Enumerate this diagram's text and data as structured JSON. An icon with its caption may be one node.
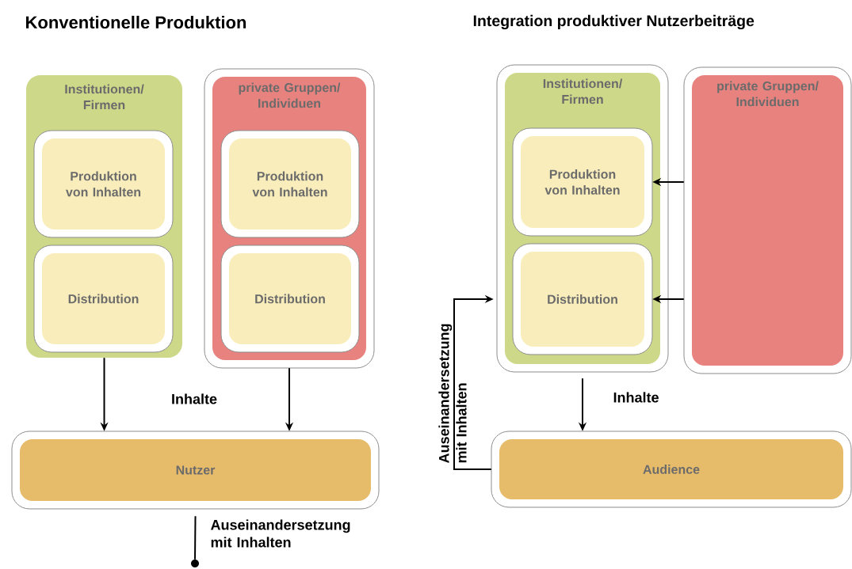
{
  "diagram": {
    "nodes": [
      {
        "text": [
          "Institutionen/ Firmen"
        ]
      },
      {
        "text": [
          "Produktion von Inhalten"
        ],
        "in": 0
      },
      {
        "text": [
          "Distribution"
        ],
        "in": 0
      },
      {
        "text": [
          "private Gruppen/ Individuen"
        ]
      },
      {
        "text": [
          "Produktion von Inhalten"
        ],
        "in": 3
      },
      {
        "text": [
          "Distribution"
        ],
        "in": 3
      },
      {
        "text": [
          "Nutzer"
        ]
      },
      {
        "text": [
          "Institutionen/ Firmen"
        ]
      },
      {
        "text": [
          "Produktion von Inhalten"
        ],
        "in": 7
      },
      {
        "text": [
          "Distribution"
        ],
        "in": 7
      },
      {
        "text": [
          "private Gruppen/ Individuen"
        ]
      },
      {
        "text": [
          "Audience"
        ]
      },
      {
        "text": [],
        "shape": "circle"
      }
    ],
    "edges": [
      {
        "from": 0,
        "to": 6,
        "arrow": "to"
      },
      {
        "from": 3,
        "to": 6,
        "arrow": "to"
      },
      {
        "from": 6,
        "to": 12,
        "arrow": "none",
        "label": "Auseinandersetzung mit Inhalten"
      },
      {
        "from": 10,
        "to": 8,
        "arrow": "to"
      },
      {
        "from": 10,
        "to": 9,
        "arrow": "to"
      },
      {
        "from": 7,
        "to": 11,
        "arrow": "to",
        "label": "Inhalte"
      },
      {
        "from": 11,
        "to": 7,
        "arrow": "to",
        "label": "Auseinandersetzung mit Inhalten"
      }
    ],
    "labels": [
      "Konventionelle Produktion",
      "Integration produktiver Nutzerbeiträge",
      "Inhalte"
    ]
  }
}
